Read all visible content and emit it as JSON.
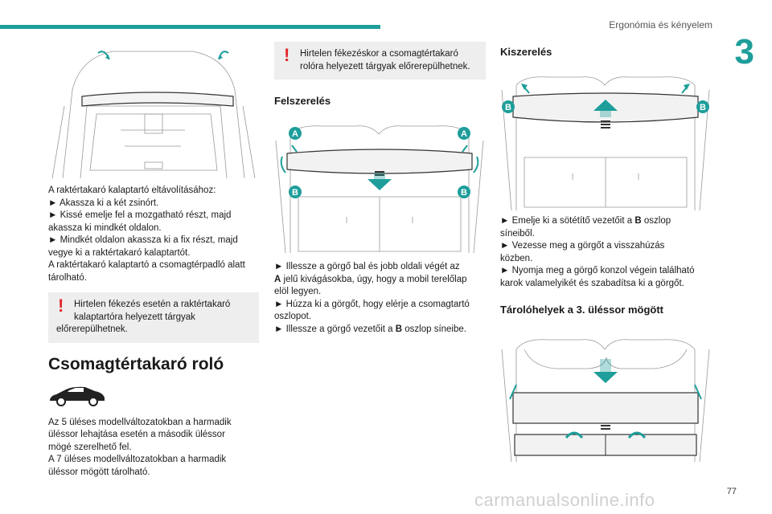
{
  "header": {
    "title": "Ergonómia és kényelem",
    "chapter": "3",
    "page_number": "77"
  },
  "col1": {
    "intro": "A raktértakaró kalaptartó eltávolításához:",
    "steps": [
      "► Akassza ki a két zsinórt.",
      "► Kissé emelje fel a mozgatható részt, majd",
      "akassza ki mindkét oldalon.",
      "► Mindkét oldalon akassza ki a fix részt, majd",
      "vegye ki a raktértakaró kalaptartót.",
      "A raktértakaró kalaptartó a csomagtérpadló alatt",
      "tárolható."
    ],
    "warning": [
      "Hirtelen fékezés esetén a raktértakaró",
      "kalaptartóra helyezett tárgyak",
      "előrerepülhetnek."
    ],
    "section_title": "Csomagtértakaró roló",
    "body": [
      "Az 5 üléses modellváltozatokban a harmadik",
      "üléssor lehajtása esetén a második üléssor",
      "mögé szerelhető fel.",
      "A 7 üléses modellváltozatokban a harmadik",
      "üléssor mögött tárolható."
    ]
  },
  "col2": {
    "warning": [
      "Hirtelen fékezéskor a csomagtértakaró",
      "rolóra helyezett tárgyak előrerepülhetnek."
    ],
    "subsection_title": "Felszerelés",
    "label_a": "A",
    "label_b": "B",
    "steps": {
      "s1a": "► Illessze a görgő bal és jobb oldali végét az",
      "s1b_bold": "A",
      "s1b_rest": " jelű kivágásokba, úgy, hogy a mobil terelőlap",
      "s1c": "elöl legyen.",
      "s2a": "► Húzza ki a görgőt, hogy elérje a csomagtartó",
      "s2b": "oszlopot.",
      "s3_pre": "► Illessze a görgő vezetőit a ",
      "s3_bold": "B",
      "s3_post": " oszlop síneibe."
    }
  },
  "col3": {
    "subsection_title": "Kiszerelés",
    "label_b": "B",
    "steps": {
      "s1_pre": "► Emelje ki a sötétítő vezetőit a ",
      "s1_bold": "B",
      "s1_post": " oszlop",
      "s1b": "síneiből.",
      "s2a": "► Vezesse meg a görgőt a visszahúzás",
      "s2b": "közben.",
      "s3a": "► Nyomja meg a görgő konzol végein található",
      "s3b": "karok valamelyikét és szabadítsa ki a görgőt."
    },
    "storage_title": "Tárolóhelyek a 3. üléssor mögött"
  },
  "watermark": "carmanualsonline.info",
  "colors": {
    "accent": "#1e9e9a",
    "warning": "#e3262b"
  }
}
